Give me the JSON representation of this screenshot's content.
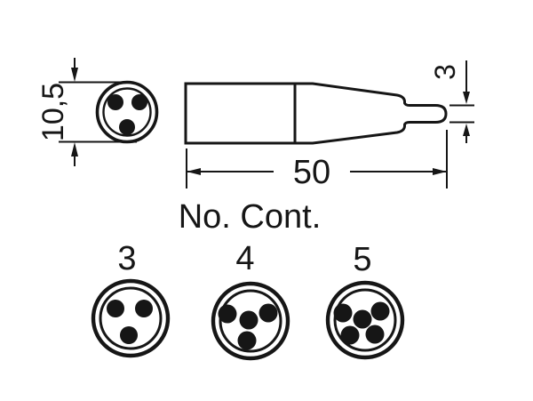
{
  "front_view": {
    "diameter_label": "10,5"
  },
  "side_view": {
    "length_label": "50",
    "tip_diameter_label": "3"
  },
  "pinouts": {
    "title": "No. Cont.",
    "variants": [
      {
        "label": "3",
        "contacts": 3
      },
      {
        "label": "4",
        "contacts": 4
      },
      {
        "label": "5",
        "contacts": 5
      }
    ]
  },
  "colors": {
    "ink": "#161616",
    "background": "#ffffff"
  }
}
